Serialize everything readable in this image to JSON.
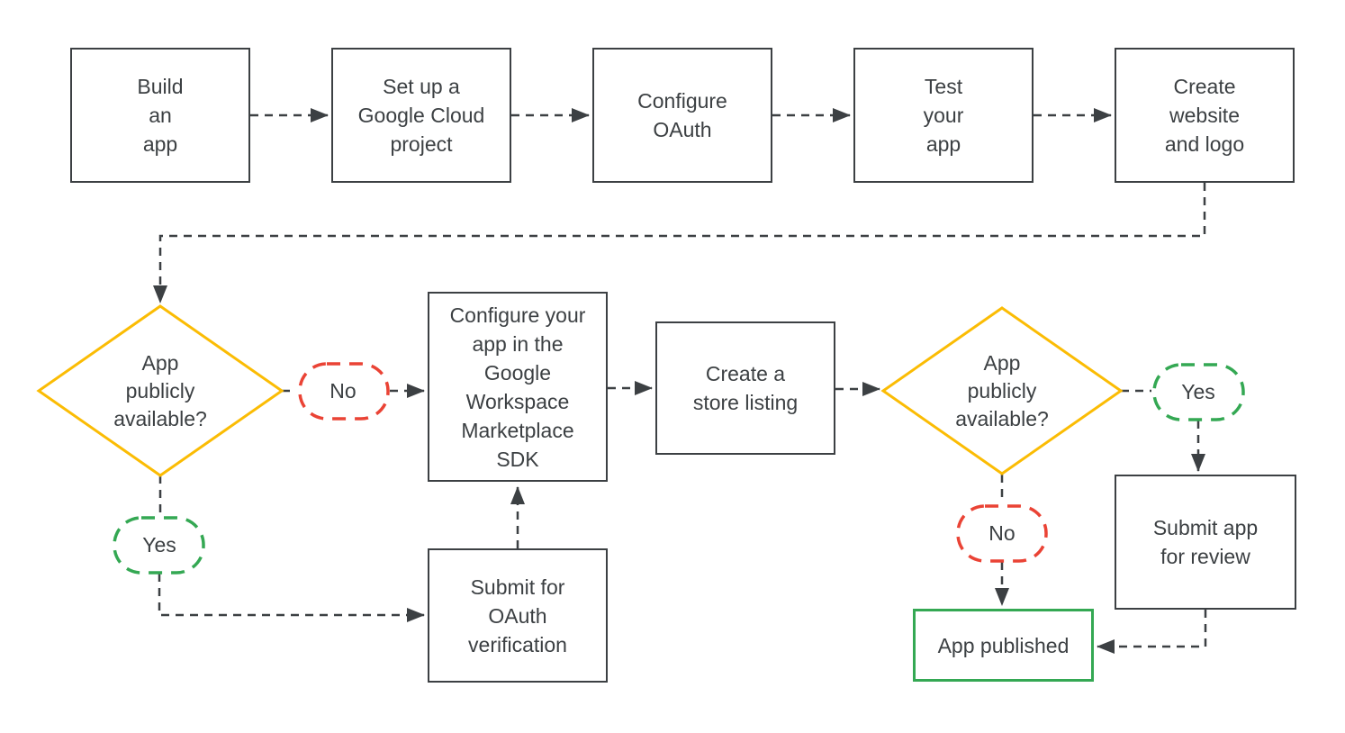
{
  "diagram": {
    "description": "Google Workspace Marketplace app publishing flowchart",
    "colors": {
      "outline": "#3c4043",
      "text": "#3c4043",
      "decision_border": "#fbbc04",
      "no_border": "#ea4335",
      "yes_border": "#34a853",
      "published_border": "#34a853",
      "background": "#ffffff"
    },
    "nodes": {
      "build_app": "Build\nan\napp",
      "setup_project": "Set up a\nGoogle Cloud\nproject",
      "configure_oauth": "Configure\nOAuth",
      "test_app": "Test\nyour\napp",
      "create_website": "Create\nwebsite\nand logo",
      "decision_left": "App\npublicly\navailable?",
      "configure_sdk": "Configure your\napp in the\nGoogle\nWorkspace\nMarketplace\nSDK",
      "store_listing": "Create a\nstore listing",
      "decision_right": "App\npublicly\navailable?",
      "submit_oauth": "Submit for\nOAuth\nverification",
      "submit_review": "Submit app\nfor review",
      "app_published": "App published"
    },
    "branch_labels": {
      "no_left": "No",
      "yes_left": "Yes",
      "yes_right": "Yes",
      "no_right": "No"
    }
  }
}
